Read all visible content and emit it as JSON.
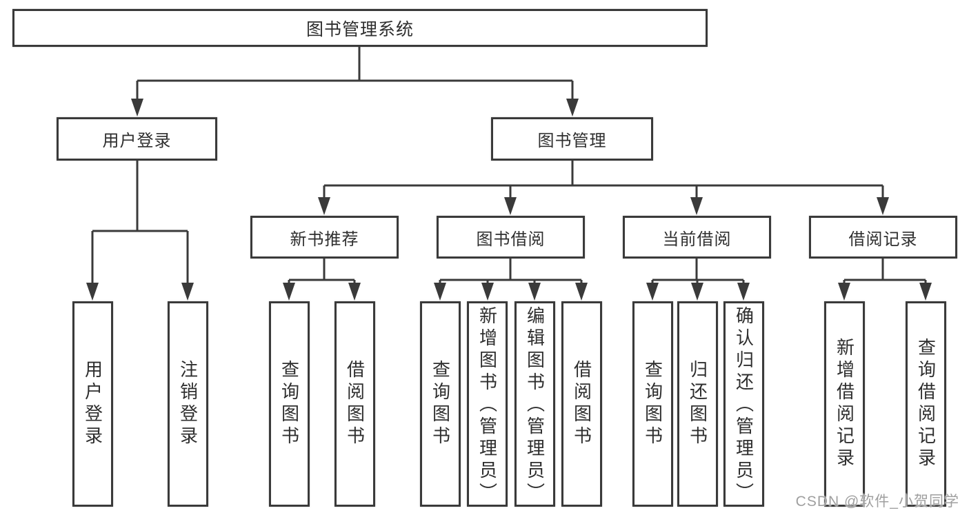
{
  "colors": {
    "line": "#3a3a3a",
    "text": "#2e2e2e",
    "watermark": "#9f9f9f"
  },
  "tree": {
    "root": {
      "label": "图书管理系统"
    },
    "children": [
      {
        "label": "用户登录",
        "children": [
          {
            "label": "用户登录"
          },
          {
            "label": "注销登录"
          }
        ]
      },
      {
        "label": "图书管理",
        "children": [
          {
            "label": "新书推荐",
            "children": [
              {
                "label": "查询图书"
              },
              {
                "label": "借阅图书"
              }
            ]
          },
          {
            "label": "图书借阅",
            "children": [
              {
                "label": "查询图书"
              },
              {
                "label": "新增图书（管理员）"
              },
              {
                "label": "编辑图书（管理员）"
              },
              {
                "label": "借阅图书"
              }
            ]
          },
          {
            "label": "当前借阅",
            "children": [
              {
                "label": "查询图书"
              },
              {
                "label": "归还图书"
              },
              {
                "label": "确认归还（管理员）"
              }
            ]
          },
          {
            "label": "借阅记录",
            "children": [
              {
                "label": "新增借阅记录"
              },
              {
                "label": "查询借阅记录"
              }
            ]
          }
        ]
      }
    ]
  },
  "watermark": {
    "text": "CSDN @软件_小贺同学"
  }
}
